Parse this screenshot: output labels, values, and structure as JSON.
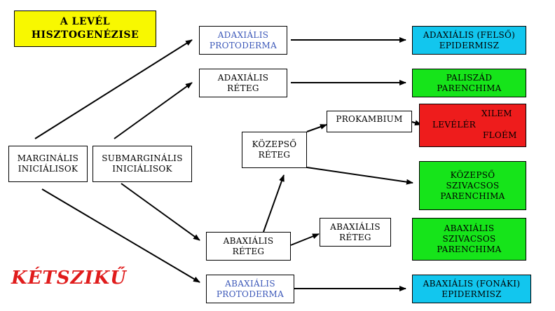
{
  "title_box": {
    "line1": "A LEVÉL",
    "line2": "HISZTOGENÉZISE"
  },
  "nodes": {
    "marginalis": {
      "line1": "MARGINÁLIS",
      "line2": "INICIÁLISOK"
    },
    "submarginalis": {
      "line1": "SUBMARGINÁLIS",
      "line2": "INICIÁLISOK"
    },
    "adaxialis_protoderma": {
      "line1": "ADAXIÁLIS",
      "line2": "PROTODERMA"
    },
    "adaxialis_reteg": {
      "line1": "ADAXIÁLIS",
      "line2": "RÉTEG"
    },
    "kozepso_reteg": {
      "line1": "KÖZEPSŐ",
      "line2": "RÉTEG"
    },
    "prokambium": {
      "line1": "PROKAMBIUM"
    },
    "abaxialis_reteg_left": {
      "line1": "ABAXIÁLIS",
      "line2": "RÉTEG"
    },
    "abaxialis_reteg_right": {
      "line1": "ABAXIÁLIS",
      "line2": "RÉTEG"
    },
    "abaxialis_protoderma": {
      "line1": "ABAXIÁLIS",
      "line2": "PROTODERMA"
    },
    "adaxialis_epidermisz": {
      "line1": "ADAXIÁLIS (FELSŐ)",
      "line2": "EPIDERMISZ"
    },
    "paliszad": {
      "line1": "PALISZÁD",
      "line2": "PARENCHIMA"
    },
    "levelér": {
      "main": "LEVÉLÉR",
      "xilem": "XILEM",
      "floem": "FLOÉM"
    },
    "kozepso_szivacsos": {
      "line1": "KÖZEPSŐ",
      "line2": "SZIVACSOS",
      "line3": "PARENCHIMA"
    },
    "abaxialis_szivacsos": {
      "line1": "ABAXIÁLIS",
      "line2": "SZIVACSOS",
      "line3": "PARENCHIMA"
    },
    "abaxialis_epidermisz": {
      "line1": "ABAXIÁLIS (FONÁKI)",
      "line2": "EPIDERMISZ"
    }
  },
  "footer_label": "KÉTSZIKŰ",
  "colors": {
    "cyan": "#12c6ee",
    "green": "#16e41a",
    "red": "#ee1c1c",
    "yellow": "#f8f800",
    "title_red": "#e01c1c",
    "protoderma_text": "#3b57b8"
  }
}
